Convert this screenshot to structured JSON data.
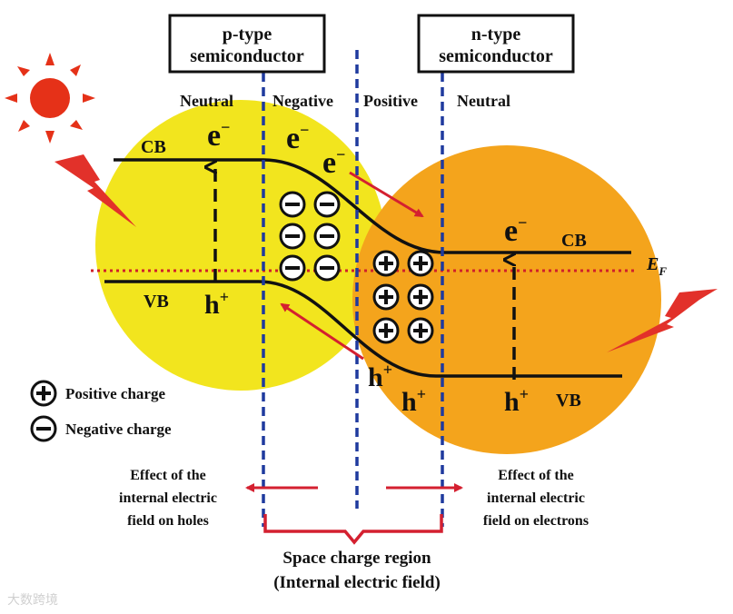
{
  "boxes": {
    "p_type": [
      "p-type",
      "semiconductor"
    ],
    "n_type": [
      "n-type",
      "semiconductor"
    ]
  },
  "regions": {
    "p_neutral": "Neutral",
    "negative": "Negative",
    "positive": "Positive",
    "n_neutral": "Neutral"
  },
  "bands": {
    "cb_left": "CB",
    "vb_left": "VB",
    "cb_right": "CB",
    "vb_right": "VB",
    "fermi_symbol": "E",
    "fermi_subscript": "F"
  },
  "carriers": {
    "electron_base": "e",
    "electron_sup": "−",
    "hole_base": "h",
    "hole_sup": "+"
  },
  "legend": {
    "positive_symbol": "+",
    "positive_label": "Positive charge",
    "negative_symbol": "−",
    "negative_label": "Negative charge"
  },
  "effects": {
    "holes": [
      "Effect of the",
      "internal electric",
      "field on holes"
    ],
    "electrons": [
      "Effect of the",
      "internal electric",
      "field on electrons"
    ]
  },
  "space_charge": {
    "line1": "Space charge region",
    "line2": "(Internal electric field)"
  },
  "watermark": "大数跨境",
  "colors": {
    "p_circle": "#f2e51e",
    "n_circle": "#f4a41c",
    "dashed_divider": "#1f3a9e",
    "fermi_line": "#d0202a",
    "arrow": "#d42030",
    "sun": "#e53118",
    "lightning": "#e2312a",
    "band_line": "#111111"
  }
}
